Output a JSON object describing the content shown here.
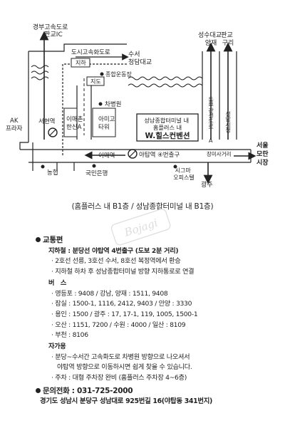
{
  "map": {
    "top_left_dest": "경부고속도로\n판교IC",
    "road_city_highway": "도시고속화도로",
    "jiha": "지하",
    "jido": "지도",
    "sports_ground": "종합운동장",
    "suseo": "수서\n청담대교",
    "seongsu": "성수대교\n양재",
    "pangyo_guri": "판교\n구리",
    "east_seoul_ring": "동부간선도로",
    "east_seoul_ring_suffix": "A",
    "seongnam_city_hall": "성남시청",
    "ak_plaza": "AK\n프라자",
    "seohyeon": "서현역",
    "imaechon_hansin": "이매촌\n한신A",
    "cha_hospital": "차병원",
    "amigo_tower": "아미고\n타워",
    "venue_line1": "성남종합터미널 내",
    "venue_line2": "홈플러스 내",
    "venue_name": "W.힐스컨벤션",
    "imae_station": "이매역",
    "yatap_station": "야탑역 ④번출구",
    "jangmi_intersection": "장미사거리",
    "seoul_moran": "서울\n모란\n시장",
    "nonghyup": "농협",
    "kookmin_bank": "국민은행",
    "cgv": "시그마\n오피스텔",
    "gwangju": "광주"
  },
  "caption": "(홈플러스 내 B1층 / 성남종합터미널 내 B1층)",
  "watermark": "Bojagi",
  "transport": {
    "title": "교통편",
    "subway_label": "지하철 : 분당선 야탑역 4번출구 (도보 2분 거리)",
    "subway_lines": [
      "· 2호선 선릉, 3호선 수서, 8호선 복정역에서 환승",
      "· 지하철 하차 후 성남종합터미널 방향 지하통로로 연결"
    ],
    "bus_label": "버   스",
    "bus_lines": [
      "· 영등포 : 9408 / 강남, 양재 : 1511, 9408",
      "· 잠실 : 1500-1, 1116, 2412, 9403 / 안양 : 3330",
      "· 용인 : 1500 / 광주 : 17, 17-1, 119, 1005, 1500-1",
      "· 오산 : 1151, 7200 / 수원 : 4000 / 일산 : 8109",
      "· 부천 : 8106"
    ],
    "car_label": "자가용",
    "car_lines": [
      "· 분당~수서간 고속화도로 차병원 방향으로 나오셔서",
      "야탑역 방향으로 이동하시면 쉽게 찾을 수 있습니다.",
      "· 주차 : 대형 주차장 완비 (홈플러스 주차장 4~6층)"
    ]
  },
  "contact": {
    "phone_label": "문의전화 : 031-725-2000",
    "address": "경기도 성남시 분당구 성남대로 925번길 16(야탑동 341번지)"
  }
}
